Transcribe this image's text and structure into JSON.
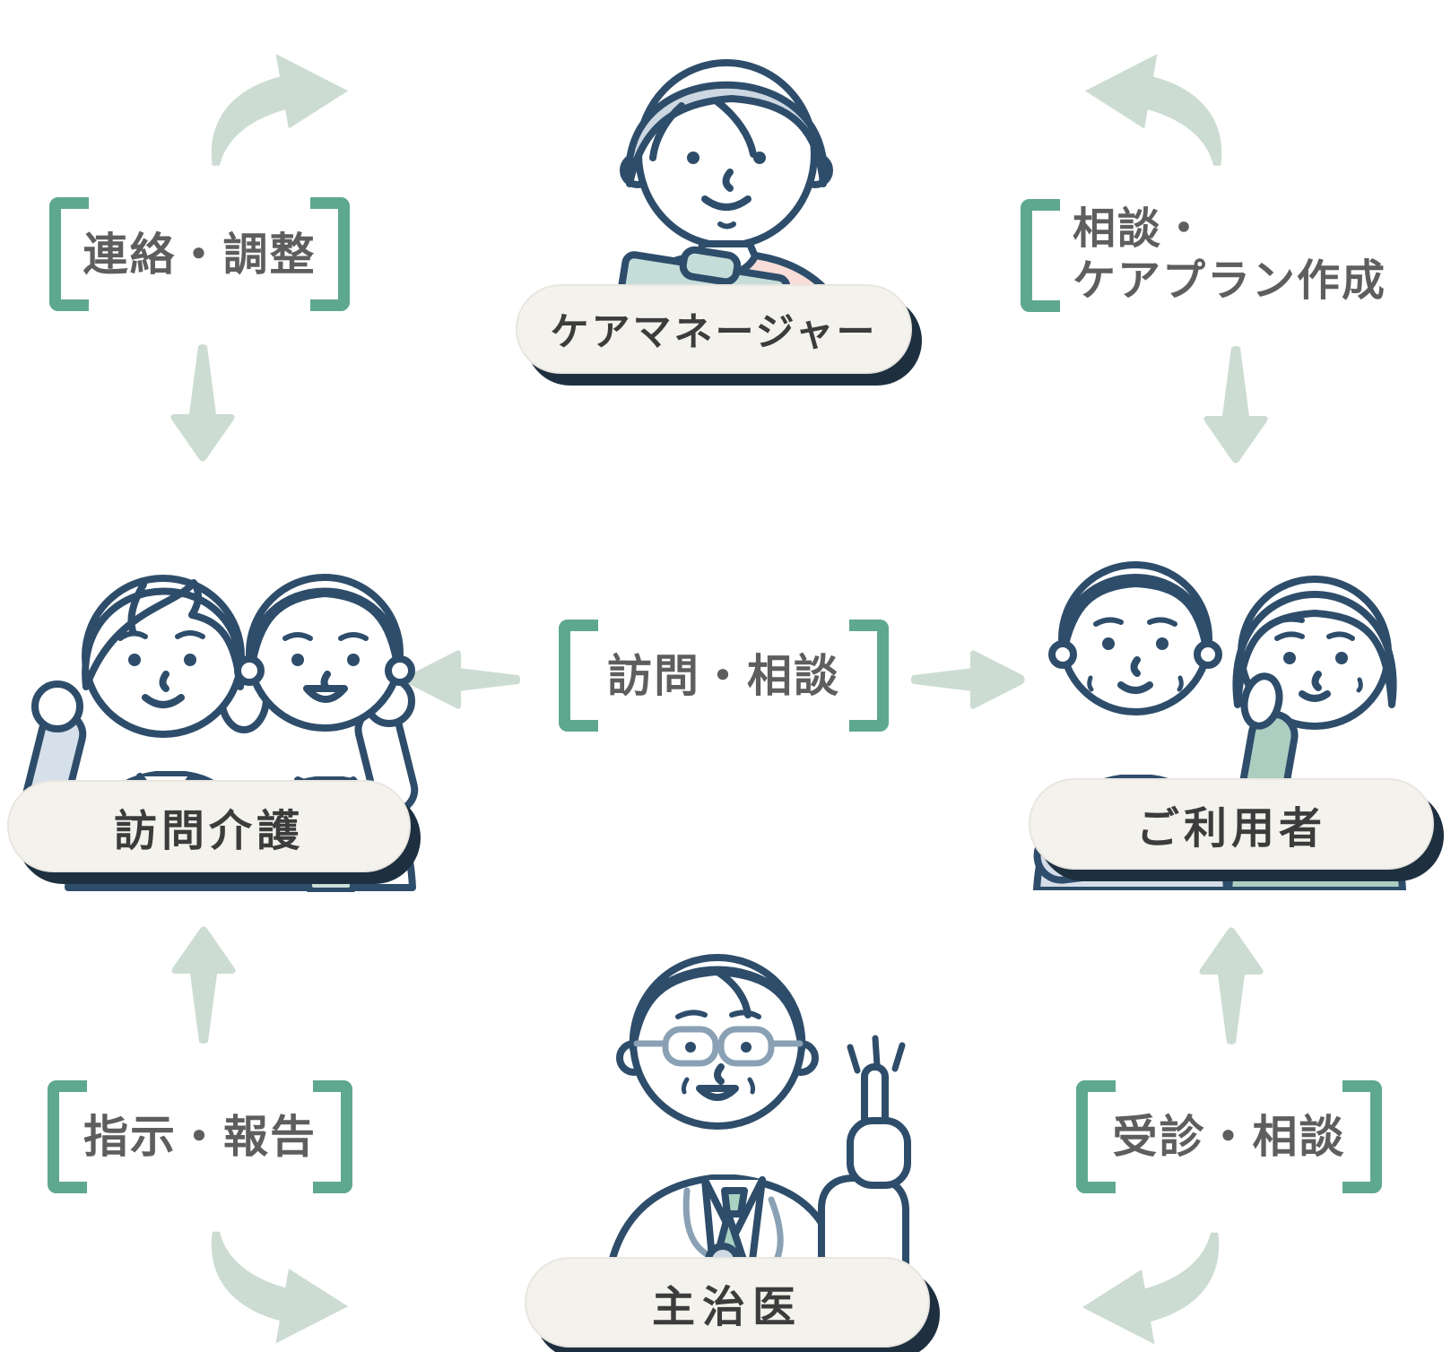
{
  "labels": {
    "care_manager": "ケアマネージャー",
    "home_care": "訪問介護",
    "users": "ご利用者",
    "doctor": "主治医",
    "contact_coordination": "連絡・調整",
    "consultation_careplan_line1": "相談・",
    "consultation_careplan_line2": "ケアプラン作成",
    "visit_consultation": "訪問・相談",
    "instruction_report": "指示・報告",
    "checkup_consultation": "受診・相談"
  },
  "colors": {
    "arrow": "#ccdcd2",
    "bracket": "#5fa890",
    "relation_text": "#5e5e5e",
    "pill_background": "#f4f2ed",
    "pill_text": "#3c3c3c",
    "pill_shadow": "#1e3040",
    "illustration_outline": "#2e4d6b",
    "pink_top": "#f8ddd8",
    "light_blue_sleeve": "#d6e0ea",
    "teal_clipboard": "#c5ddd9",
    "hair_gray": "#ccd7e1",
    "hair_dark": "#2c4766",
    "sweater_teal": "#abcec1",
    "shirt_blue_gray": "#d4dde7",
    "tie_green": "#a8d2c1",
    "glasses_gray": "#8aa0b4"
  }
}
